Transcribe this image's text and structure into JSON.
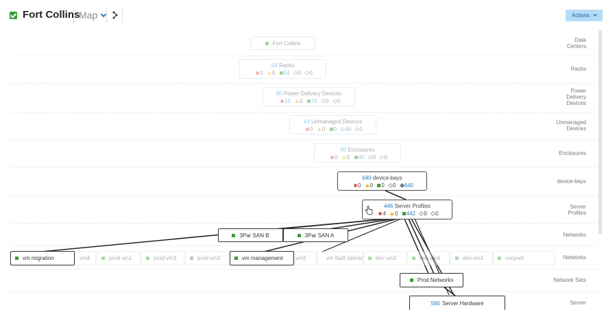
{
  "header": {
    "title": "Fort Collins",
    "view_label": "Map",
    "actions_label": "Actions"
  },
  "rows": [
    {
      "label": "Data\nCenters"
    },
    {
      "label": "Racks"
    },
    {
      "label": "Power\nDelivery\nDevices"
    },
    {
      "label": "Unmanaged\nDevices"
    },
    {
      "label": "Enclosures"
    },
    {
      "label": "device-bays"
    },
    {
      "label": "Server\nProfiles"
    },
    {
      "label": "Networks"
    },
    {
      "label": "Networks"
    },
    {
      "label": "Network Sets"
    },
    {
      "label": "Server"
    }
  ],
  "nodes": {
    "data_center": {
      "label": "Fort Collins"
    },
    "racks": {
      "count": "54",
      "label": "Racks",
      "c": [
        "0",
        "0",
        "54",
        "0",
        "0"
      ]
    },
    "pdd": {
      "count": "80",
      "label": "Power Delivery Devices",
      "c": [
        "10",
        "0",
        "70",
        "0",
        "0"
      ]
    },
    "unmanaged": {
      "count": "44",
      "label": "Unmanaged Devices",
      "c": [
        "0",
        "0",
        "0",
        "44",
        "0"
      ]
    },
    "enclosures": {
      "count": "40",
      "label": "Enclosures",
      "c": [
        "0",
        "0",
        "40",
        "0",
        "0"
      ]
    },
    "device_bays": {
      "count": "640",
      "label": "device-bays",
      "c": [
        "0",
        "0",
        "0",
        "0",
        "640"
      ]
    },
    "server_profiles": {
      "count": "446",
      "label": "Server Profiles",
      "c": [
        "4",
        "0",
        "442",
        "0",
        "0"
      ]
    },
    "san_b": {
      "label": "3Par SAN B"
    },
    "san_a": {
      "label": "3Par SAN A"
    },
    "networks": [
      {
        "label": "vm migration"
      },
      {
        "label": "vm4"
      },
      {
        "label": "prod vm1"
      },
      {
        "label": "prod vm3"
      },
      {
        "label": "prod vm2"
      },
      {
        "label": "vm management"
      },
      {
        "label": "vm3"
      },
      {
        "label": "vm fault tolerance"
      },
      {
        "label": "dev vm2"
      },
      {
        "label": "dev vm4"
      },
      {
        "label": "dev vm1"
      },
      {
        "label": "corpnet"
      }
    ],
    "network_set": {
      "label": "Prod Networks"
    },
    "server_hardware": {
      "count": "560",
      "label": "Server Hardware"
    }
  }
}
